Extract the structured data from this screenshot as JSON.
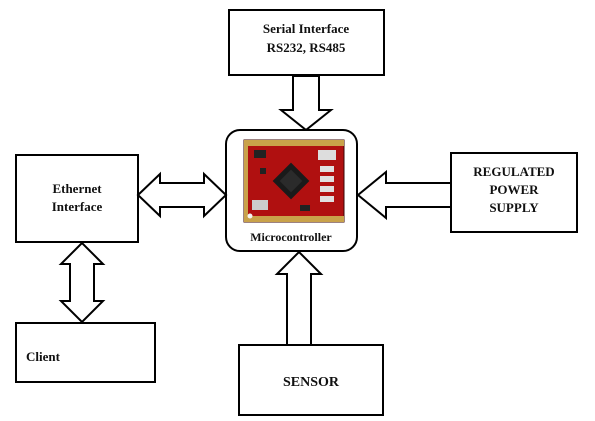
{
  "diagram": {
    "serial": {
      "line1": "Serial Interface",
      "line2": "RS232, RS485"
    },
    "ethernet": {
      "line1": "Ethernet",
      "line2": "Interface"
    },
    "power": {
      "line1": "REGULATED",
      "line2": "POWER",
      "line3": "SUPPLY"
    },
    "client": {
      "label": "Client"
    },
    "sensor": {
      "label": "SENSOR"
    },
    "mcu": {
      "label": "Microcontroller"
    }
  }
}
